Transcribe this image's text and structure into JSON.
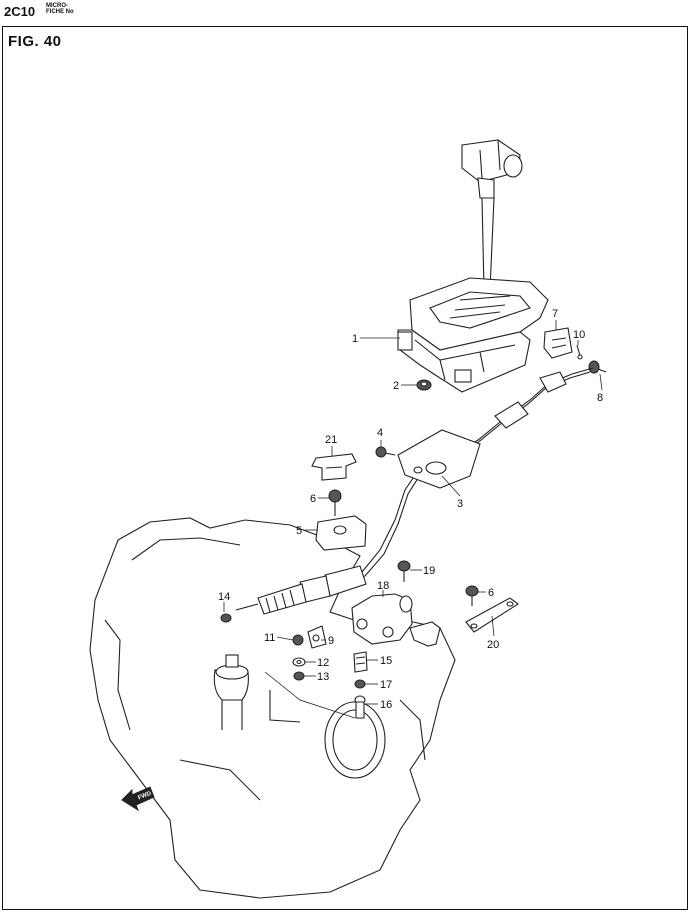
{
  "header": {
    "code": "2C10",
    "micro_line1": "MICRO-",
    "micro_line2": "FICHE No"
  },
  "figure": {
    "title": "FIG.  40",
    "fwd_label": "FWD"
  },
  "parts": [
    {
      "id": "1",
      "label": "1"
    },
    {
      "id": "2",
      "label": "2"
    },
    {
      "id": "3",
      "label": "3"
    },
    {
      "id": "4",
      "label": "4"
    },
    {
      "id": "5",
      "label": "5"
    },
    {
      "id": "6a",
      "label": "6"
    },
    {
      "id": "6b",
      "label": "6"
    },
    {
      "id": "7",
      "label": "7"
    },
    {
      "id": "8",
      "label": "8"
    },
    {
      "id": "9",
      "label": "9"
    },
    {
      "id": "10",
      "label": "10"
    },
    {
      "id": "11",
      "label": "11"
    },
    {
      "id": "12",
      "label": "12"
    },
    {
      "id": "13",
      "label": "13"
    },
    {
      "id": "14",
      "label": "14"
    },
    {
      "id": "15",
      "label": "15"
    },
    {
      "id": "16",
      "label": "16"
    },
    {
      "id": "17",
      "label": "17"
    },
    {
      "id": "18",
      "label": "18"
    },
    {
      "id": "19",
      "label": "19"
    },
    {
      "id": "20",
      "label": "20"
    },
    {
      "id": "21",
      "label": "21"
    }
  ]
}
